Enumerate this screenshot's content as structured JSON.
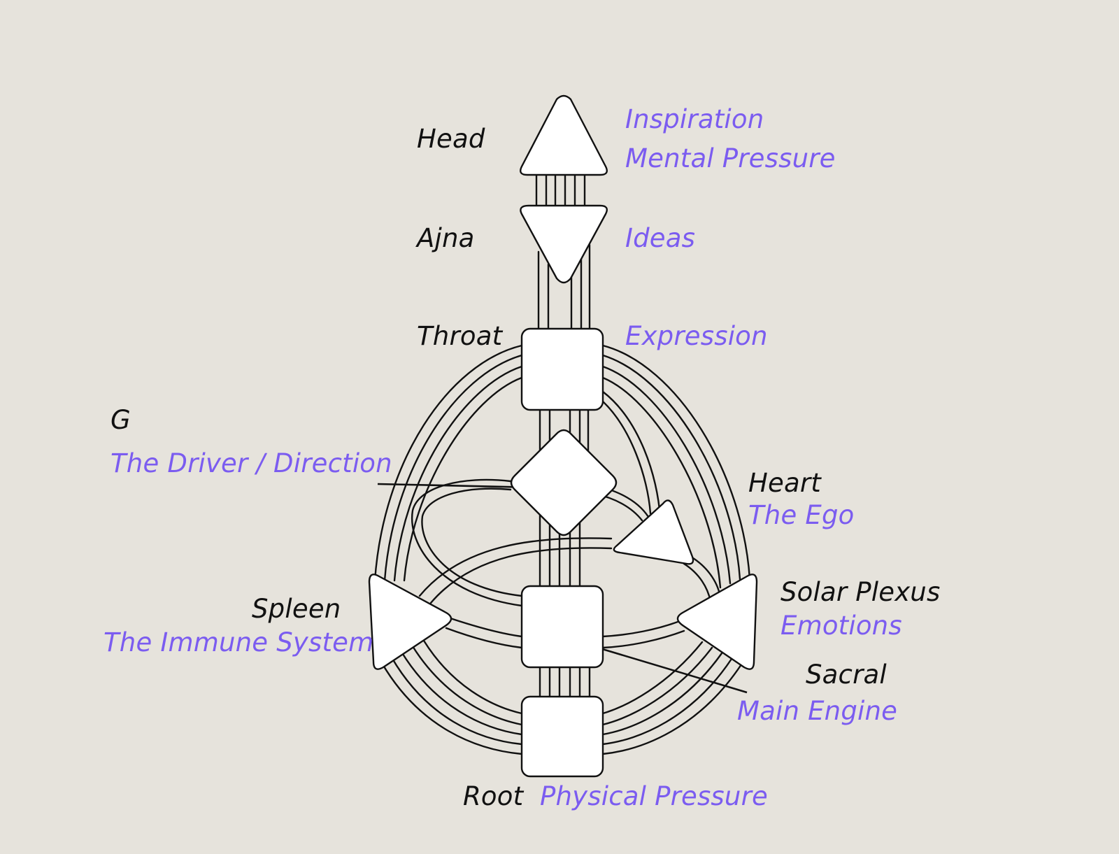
{
  "centers": {
    "head": {
      "name": "Head",
      "desc": [
        "Inspiration",
        "Mental Pressure"
      ]
    },
    "ajna": {
      "name": "Ajna",
      "desc": [
        "Ideas"
      ]
    },
    "throat": {
      "name": "Throat",
      "desc": [
        "Expression"
      ]
    },
    "g": {
      "name": "G",
      "desc": [
        "The Driver / Direction"
      ]
    },
    "heart": {
      "name": "Heart",
      "desc": [
        "The Ego"
      ]
    },
    "spleen": {
      "name": "Spleen",
      "desc": [
        "The Immune System"
      ]
    },
    "solar": {
      "name": "Solar Plexus",
      "desc": [
        "Emotions"
      ]
    },
    "sacral": {
      "name": "Sacral",
      "desc": [
        "Main Engine"
      ]
    },
    "root": {
      "name": "Root",
      "desc": [
        "Physical Pressure"
      ]
    }
  },
  "colors": {
    "background": "#e6e3dc",
    "center_name": "#111111",
    "center_description": "#7b5cf0",
    "outline": "#111111",
    "center_fill": "#ffffff"
  }
}
